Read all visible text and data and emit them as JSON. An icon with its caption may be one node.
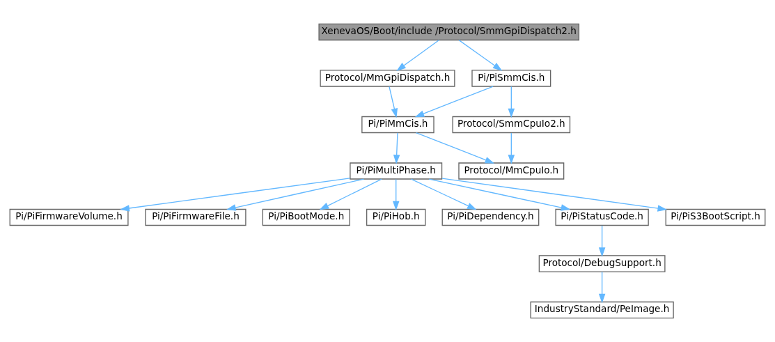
{
  "diagram": {
    "nodes": [
      {
        "text": [
          "XenevaOS/Boot/include /Protocol/SmmGpiDispatch2.h"
        ]
      },
      {
        "text": [
          "Protocol/MmGpiDispatch.h"
        ]
      },
      {
        "text": [
          "Pi/PiSmmCis.h"
        ]
      },
      {
        "text": [
          "Pi/PiMmCis.h"
        ]
      },
      {
        "text": [
          "Protocol/SmmCpuIo2.h"
        ]
      },
      {
        "text": [
          "Pi/PiMultiPhase.h"
        ]
      },
      {
        "text": [
          "Protocol/MmCpuIo.h"
        ]
      },
      {
        "text": [
          "Pi/PiFirmwareVolume.h"
        ]
      },
      {
        "text": [
          "Pi/PiFirmwareFile.h"
        ]
      },
      {
        "text": [
          "Pi/PiBootMode.h"
        ]
      },
      {
        "text": [
          "Pi/PiHob.h"
        ]
      },
      {
        "text": [
          "Pi/PiDependency.h"
        ]
      },
      {
        "text": [
          "Pi/PiStatusCode.h"
        ]
      },
      {
        "text": [
          "Pi/PiS3BootScript.h"
        ]
      },
      {
        "text": [
          "Protocol/DebugSupport.h"
        ]
      },
      {
        "text": [
          "IndustryStandard/PeImage.h"
        ]
      }
    ],
    "edges": [
      {
        "from": 0,
        "to": 1,
        "arrow": "to"
      },
      {
        "from": 0,
        "to": 2,
        "arrow": "to"
      },
      {
        "from": 1,
        "to": 3,
        "arrow": "to"
      },
      {
        "from": 2,
        "to": 3,
        "arrow": "to"
      },
      {
        "from": 2,
        "to": 4,
        "arrow": "to"
      },
      {
        "from": 3,
        "to": 5,
        "arrow": "to"
      },
      {
        "from": 3,
        "to": 6,
        "arrow": "to"
      },
      {
        "from": 4,
        "to": 6,
        "arrow": "to"
      },
      {
        "from": 5,
        "to": 7,
        "arrow": "to"
      },
      {
        "from": 5,
        "to": 8,
        "arrow": "to"
      },
      {
        "from": 5,
        "to": 9,
        "arrow": "to"
      },
      {
        "from": 5,
        "to": 10,
        "arrow": "to"
      },
      {
        "from": 5,
        "to": 11,
        "arrow": "to"
      },
      {
        "from": 5,
        "to": 12,
        "arrow": "to"
      },
      {
        "from": 5,
        "to": 13,
        "arrow": "to"
      },
      {
        "from": 12,
        "to": 14,
        "arrow": "to"
      },
      {
        "from": 14,
        "to": 15,
        "arrow": "to"
      }
    ]
  }
}
